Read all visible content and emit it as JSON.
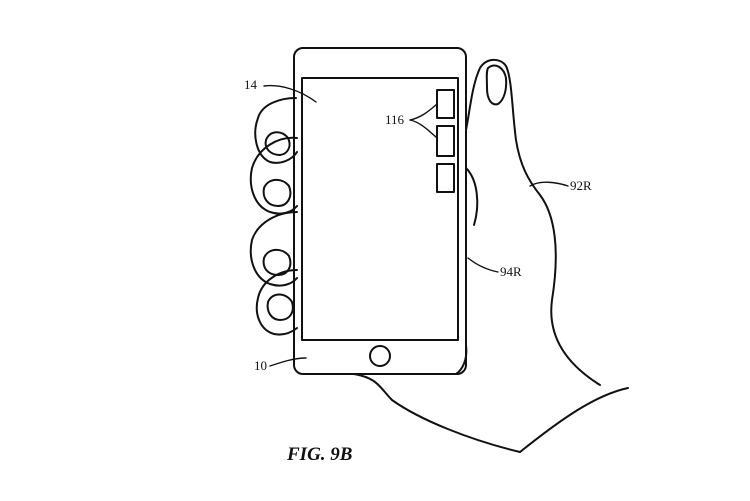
{
  "figure": {
    "caption": "FIG. 9B",
    "labels": {
      "screen": "14",
      "icons": "116",
      "hand": "92R",
      "thumb_edge": "94R",
      "device": "10"
    }
  }
}
